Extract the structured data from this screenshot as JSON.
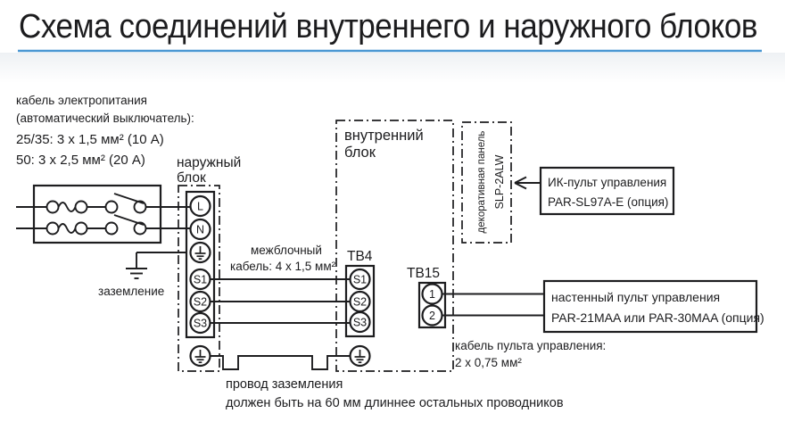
{
  "title": "Схема соединений внутреннего и наружного блоков",
  "colors": {
    "title": "#3fb1e4",
    "underline": "#4a97d3",
    "ink": "#1c1c1e",
    "indoor_label": "#2e4564"
  },
  "power_cable": {
    "line1": "кабель электропитания",
    "line2": "(автоматический выключатель):",
    "line3": "25/35: 3 x 1,5 мм² (10 А)",
    "line4": "50: 3 x 2,5 мм² (20 А)"
  },
  "outdoor": {
    "label1": "наружный",
    "label2": "блок",
    "terminals": [
      "L",
      "N",
      "S1",
      "S2",
      "S3"
    ]
  },
  "ground_label": "заземление",
  "interblock_cable": {
    "line1": "межблочный",
    "line2": "кабель: 4 x 1,5 мм²"
  },
  "indoor": {
    "label1": "внутренний",
    "label2": "блок",
    "tb4_label": "TB4",
    "tb4_terminals": [
      "S1",
      "S2",
      "S3"
    ],
    "tb15_label": "TB15",
    "tb15_terminals": [
      "1",
      "2"
    ]
  },
  "panel": {
    "line1": "декоративная панель",
    "line2": "SLP-2ALW"
  },
  "ir_remote": {
    "line1": "ИК-пульт управления",
    "line2": "PAR-SL97A-E (опция)"
  },
  "wall_remote": {
    "line1": "настенный пульт управления",
    "line2": "PAR-21MAA или PAR-30MAA (опция)"
  },
  "remote_cable": {
    "line1": "кабель пульта управления:",
    "line2": "2 x 0,75 мм²"
  },
  "ground_wire_note": {
    "line1": "провод заземления",
    "line2": "должен быть на 60 мм длиннее остальных проводников"
  }
}
